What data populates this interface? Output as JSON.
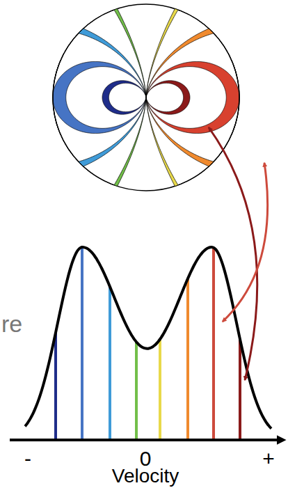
{
  "diagram": {
    "labels": [
      "re",
      "-",
      "0",
      "+",
      "Velocity"
    ]
  }
}
